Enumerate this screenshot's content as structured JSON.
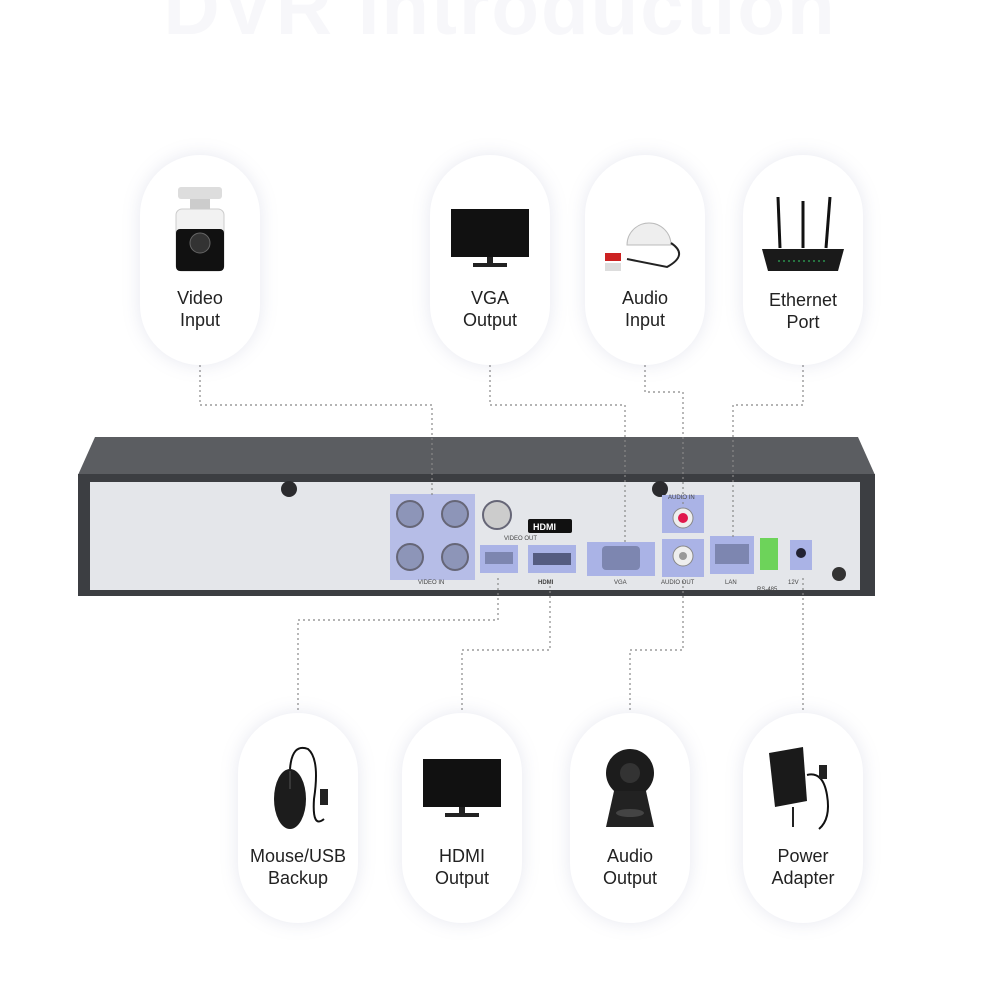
{
  "title": "DVR Introduction",
  "top_items": [
    {
      "label_line1": "Video",
      "label_line2": "Input",
      "icon": "bullet-camera-icon"
    },
    {
      "label_line1": "VGA",
      "label_line2": "Output",
      "icon": "monitor-icon"
    },
    {
      "label_line1": "Audio",
      "label_line2": "Input",
      "icon": "microphone-icon"
    },
    {
      "label_line1": "Ethernet",
      "label_line2": "Port",
      "icon": "router-icon"
    }
  ],
  "bottom_items": [
    {
      "label_line1": "Mouse/USB",
      "label_line2": "Backup",
      "icon": "mouse-icon"
    },
    {
      "label_line1": "HDMI",
      "label_line2": "Output",
      "icon": "monitor-icon"
    },
    {
      "label_line1": "Audio",
      "label_line2": "Output",
      "icon": "speaker-icon"
    },
    {
      "label_line1": "Power",
      "label_line2": "Adapter",
      "icon": "power-adapter-icon"
    }
  ],
  "ports": {
    "video_in": "VIDEO IN",
    "video_out": "VIDEO OUT",
    "hdmi_badge": "HDMI",
    "hdmi": "HDMI",
    "vga": "VGA",
    "audio_in": "AUDIO IN",
    "audio_out": "AUDIO OUT",
    "lan": "LAN",
    "rs485": "RS-485",
    "power": "12V"
  }
}
